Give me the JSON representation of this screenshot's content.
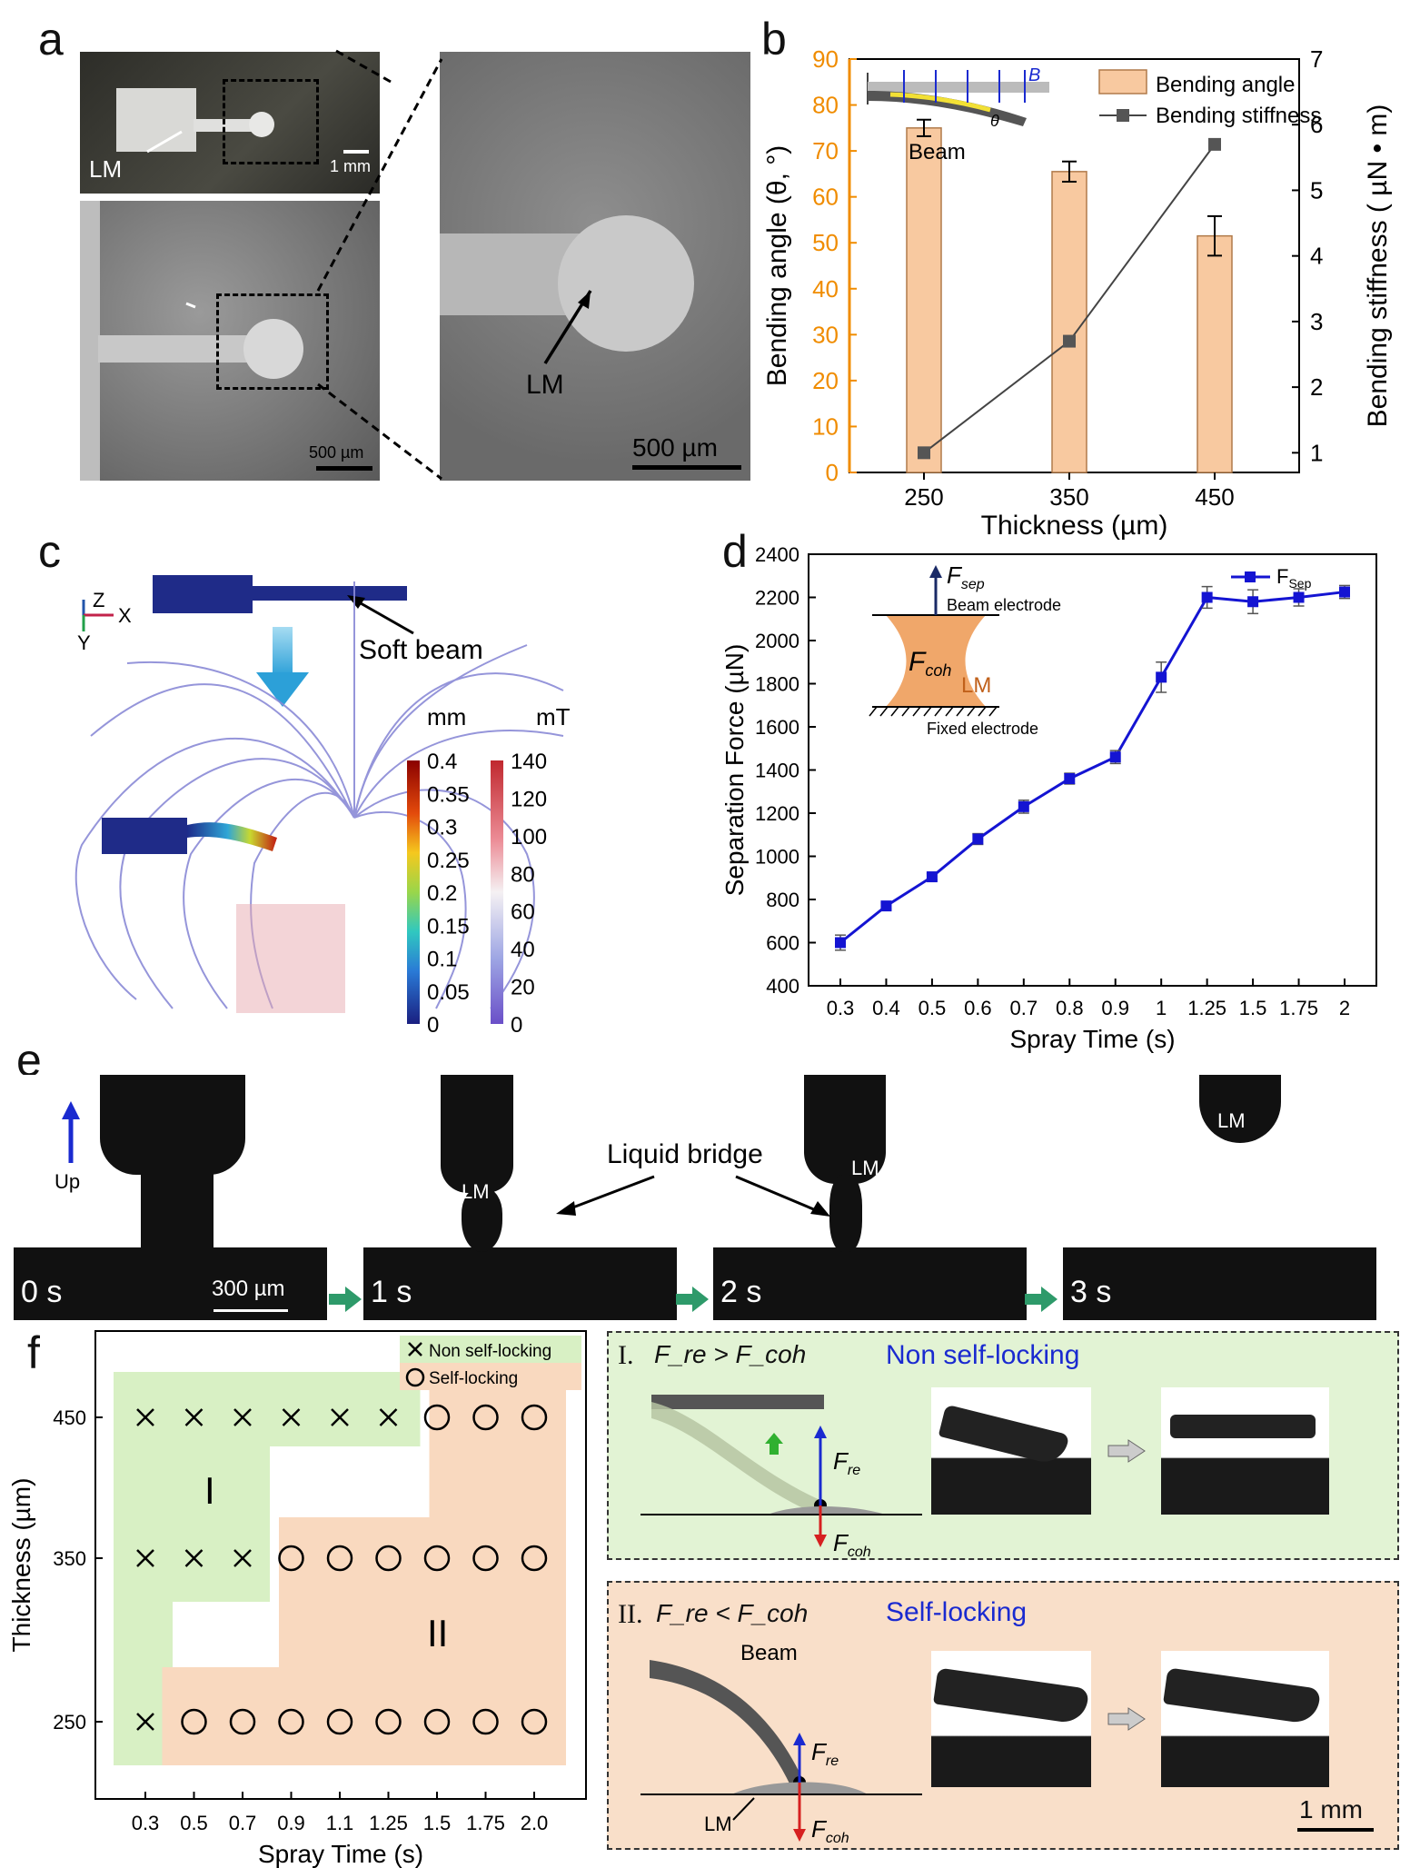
{
  "panels": {
    "a": "a",
    "b": "b",
    "c": "c",
    "d": "d",
    "e": "e",
    "f": "f"
  },
  "panel_a": {
    "lm": "LM",
    "scale_1mm": "1 mm",
    "scale_500a": "500 µm",
    "scale_500b": "500 µm"
  },
  "panel_b": {
    "inset_beam": "Beam",
    "inset_theta": "θ",
    "inset_B": "B"
  },
  "panel_c": {
    "soft_beam": "Soft beam",
    "axis_z": "Z",
    "axis_x": "X",
    "axis_y": "Y",
    "unit_mm": "mm",
    "unit_mt": "mT",
    "mm_ticks": [
      "0.4",
      "0.35",
      "0.3",
      "0.25",
      "0.2",
      "0.15",
      "0.1",
      "0.05",
      "0"
    ],
    "mt_ticks": [
      "140",
      "120",
      "100",
      "80",
      "60",
      "40",
      "20",
      "0"
    ]
  },
  "panel_d": {
    "inset_fsep": "F",
    "inset_fsep_sub": "sep",
    "inset_fcoh": "F",
    "inset_fcoh_sub": "coh",
    "inset_lm": "LM",
    "beam_electrode": "Beam electrode",
    "fixed_electrode": "Fixed electrode"
  },
  "panel_e": {
    "up": "Up",
    "liquid_bridge": "Liquid bridge",
    "lm": "LM",
    "scale": "300 µm",
    "times": [
      "0 s",
      "1 s",
      "2 s",
      "3 s"
    ]
  },
  "panel_f": {
    "region_I": "I",
    "region_II": "II",
    "case1_prefix": "I.",
    "case1_condition": "F_re > F_coh",
    "case1_title": "Non self-locking",
    "case2_prefix": "II.",
    "case2_condition": "F_re < F_coh",
    "case2_title": "Self-locking",
    "beam": "Beam",
    "lm": "LM",
    "f_re": "F",
    "f_re_sub": "re",
    "f_coh": "F",
    "f_coh_sub": "coh",
    "scale": "1 mm"
  },
  "colors": {
    "bar_fill": "#f8c9a0",
    "axis_orange": "#f08c00",
    "line_blue": "#1414d2",
    "green_region": "#d8f0c4",
    "orange_region": "#f9d9bf"
  },
  "chart_data": [
    {
      "type": "bar",
      "categories": [
        "250",
        "350",
        "450"
      ],
      "series": [
        {
          "name": "Bending angle",
          "values": [
            75,
            65.5,
            51.5
          ],
          "errors": [
            1.8,
            2.2,
            4.3
          ],
          "axis": "left"
        },
        {
          "name": "Bending stiffness",
          "values": [
            1.0,
            2.7,
            5.7
          ],
          "axis": "right",
          "render": "line"
        }
      ],
      "xlabel": "Thickness (µm)",
      "ylabel": "Bending angle (θ, °)",
      "ylabel_right": "Bending stiffness ( µN • m)",
      "ylim": [
        0,
        90
      ],
      "ylim_right": [
        0.7,
        7
      ],
      "yticks": [
        "0",
        "10",
        "20",
        "30",
        "40",
        "50",
        "60",
        "70",
        "80",
        "90"
      ],
      "yticks_right": [
        "1",
        "2",
        "3",
        "4",
        "5",
        "6",
        "7"
      ],
      "legend": [
        "Bending angle",
        "Bending stiffness"
      ],
      "legend_position": "top-right"
    },
    {
      "type": "line",
      "categories": [
        "0.3",
        "0.4",
        "0.5",
        "0.6",
        "0.7",
        "0.8",
        "0.9",
        "1",
        "1.25",
        "1.5",
        "1.75",
        "2"
      ],
      "series": [
        {
          "name": "F_Sep",
          "values": [
            600,
            770,
            905,
            1080,
            1230,
            1360,
            1460,
            1830,
            2200,
            2180,
            2200,
            2225
          ],
          "errors": [
            35,
            15,
            15,
            25,
            30,
            25,
            30,
            70,
            50,
            55,
            40,
            30
          ]
        }
      ],
      "legend_main": "F",
      "legend_sub": "Sep",
      "xlabel": "Spray Time (s)",
      "ylabel": "Separation Force (µN)",
      "ylim": [
        400,
        2400
      ],
      "yticks": [
        "400",
        "600",
        "800",
        "1000",
        "1200",
        "1400",
        "1600",
        "1800",
        "2000",
        "2200",
        "2400"
      ],
      "legend_position": "top-right"
    },
    {
      "type": "scatter",
      "x_categories": [
        "0.3",
        "0.5",
        "0.7",
        "0.9",
        "1.1",
        "1.25",
        "1.5",
        "1.75",
        "2.0"
      ],
      "y_categories": [
        "250",
        "350",
        "450"
      ],
      "points": [
        [
          "x",
          "o",
          "o",
          "o",
          "o",
          "o",
          "o",
          "o",
          "o"
        ],
        [
          "x",
          "x",
          "x",
          "o",
          "o",
          "o",
          "o",
          "o",
          "o"
        ],
        [
          "x",
          "x",
          "x",
          "x",
          "x",
          "x",
          "o",
          "o",
          "o"
        ]
      ],
      "xlabel": "Spray Time (s)",
      "ylabel": "Thickness (µm)",
      "legend": [
        "Non self-locking",
        "Self-locking"
      ],
      "legend_position": "top-right"
    }
  ]
}
